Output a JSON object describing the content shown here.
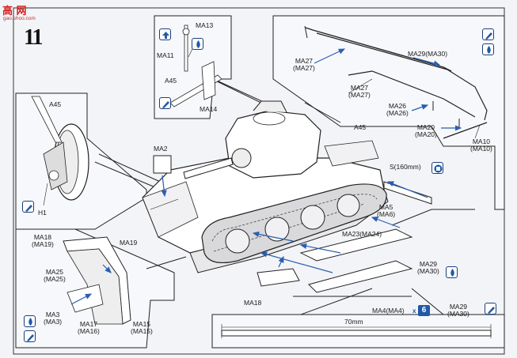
{
  "watermark": {
    "text": "高 网",
    "url": "gao.shoo.com"
  },
  "step_number": "11",
  "labels": {
    "ma13": "MA13",
    "ma11": "MA11",
    "a45_top": "A45",
    "ma14": "MA14",
    "ma27_a": "MA27\n(MA27)",
    "ma29_top": "MA29(MA30)",
    "ma27_b": "MA27\n(MA27)",
    "ma26": "MA26\n(MA26)",
    "ma20": "MA20\n(MA20)",
    "ma10": "MA10\n(MA10)",
    "a45_left": "A45",
    "h1": "H1",
    "ma2": "MA2",
    "a45_mid": "A45",
    "s160": "S(160mm)",
    "ma5": "MA5\n(MA6)",
    "ma23": "MA23(MA24)",
    "ma19": "MA19",
    "ma18_box": "MA18\n(MA19)",
    "ma25": "MA25\n(MA25)",
    "ma3": "MA3\n(MA3)",
    "ma17": "MA17\n(MA16)",
    "ma15": "MA15\n(MA15)",
    "ma18_main": "MA18",
    "ma29_right": "MA29\n(MA30)",
    "ma4": "MA4(MA4)",
    "ma29_bottom": "MA29\n(MA30)",
    "dim_70": "70mm",
    "x6_prefix": "x",
    "x6_count": "6"
  },
  "icons": [
    "cement-icon",
    "paint-icon",
    "flip-icon",
    "count-icon"
  ],
  "colors": {
    "line": "#1a1a1a",
    "accent": "#1e5aa8",
    "arrow": "#2a5fb0"
  }
}
